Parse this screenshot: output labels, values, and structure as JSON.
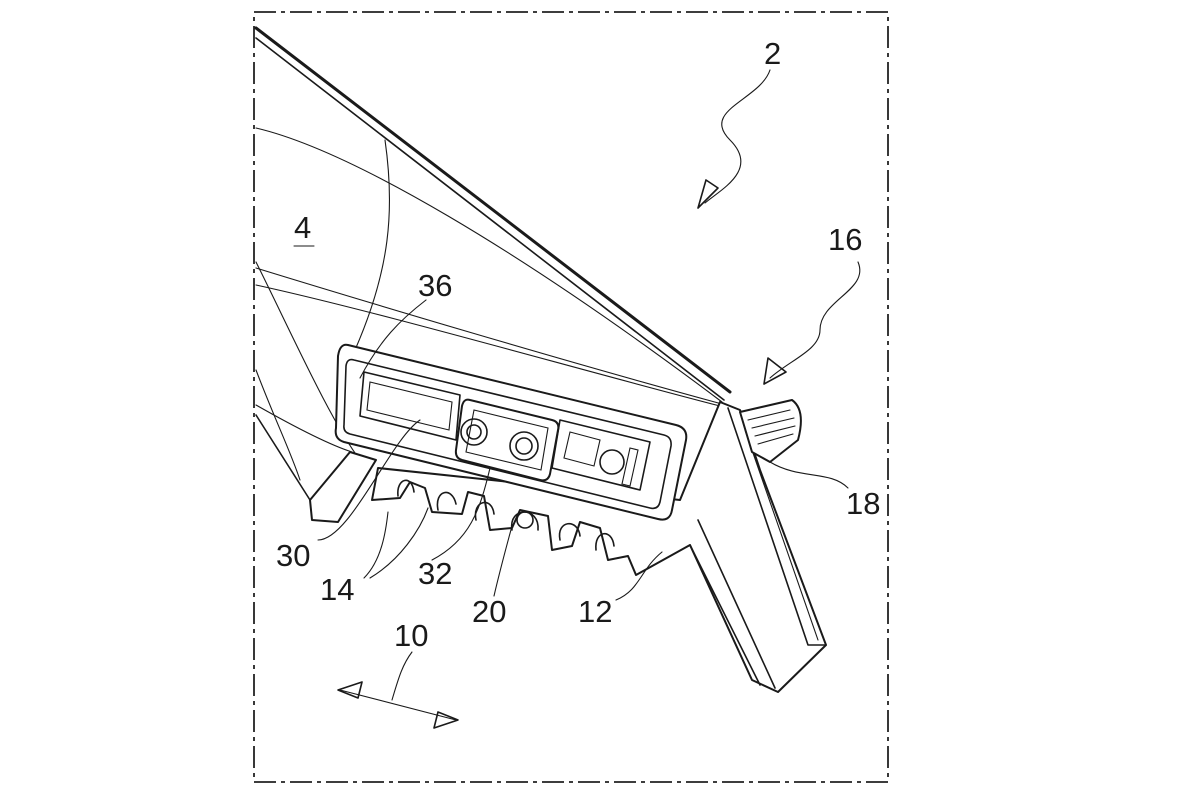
{
  "figure": {
    "reference_numerals": {
      "r2": "2",
      "r4": "4",
      "r10": "10",
      "r12": "12",
      "r14": "14",
      "r16": "16",
      "r18": "18",
      "r20": "20",
      "r30": "30",
      "r32": "32",
      "r36": "36"
    },
    "line_color": "#1a1a1a",
    "background_color": "#ffffff"
  }
}
